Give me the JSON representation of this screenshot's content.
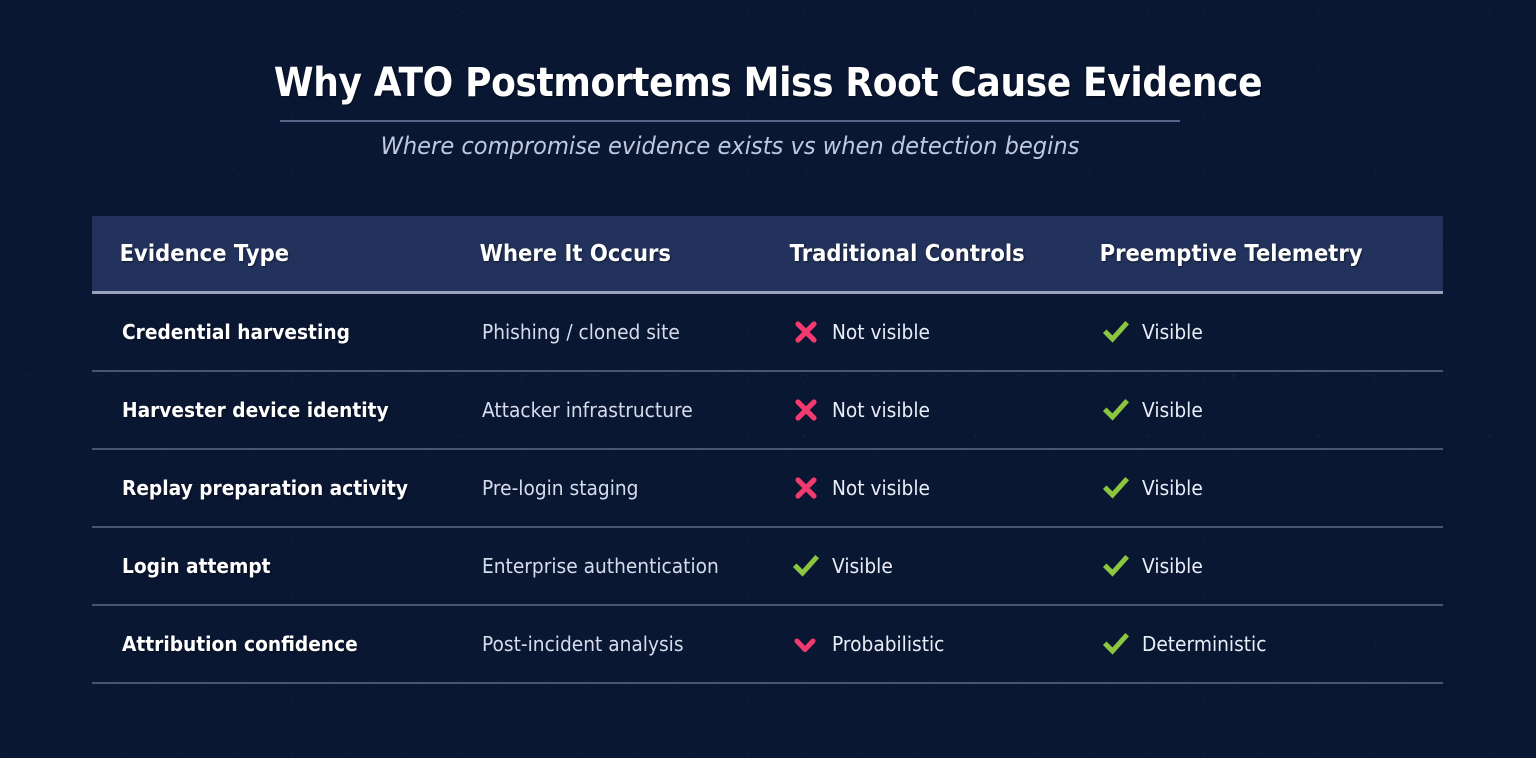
{
  "header": {
    "title": "Why ATO Postmortems Miss Root Cause Evidence",
    "subtitle": "Where compromise evidence exists vs when detection begins"
  },
  "colors": {
    "background": "#0a1733",
    "header_band": "#22325c",
    "check_green": "#8cc63f",
    "cross_pink": "#f13a6e",
    "text_primary": "#ffffff",
    "text_secondary": "#d6dceb",
    "divider": "#a0afcd"
  },
  "table": {
    "columns": [
      "Evidence Type",
      "Where It Occurs",
      "Traditional Controls",
      "Preemptive Telemetry"
    ],
    "rows": [
      {
        "evidence_type": "Credential harvesting",
        "where_it_occurs": "Phishing / cloned site",
        "traditional_controls": {
          "icon": "cross-icon",
          "label": "Not visible"
        },
        "preemptive_telemetry": {
          "icon": "check-icon",
          "label": "Visible"
        }
      },
      {
        "evidence_type": "Harvester device identity",
        "where_it_occurs": "Attacker infrastructure",
        "traditional_controls": {
          "icon": "cross-icon",
          "label": "Not visible"
        },
        "preemptive_telemetry": {
          "icon": "check-icon",
          "label": "Visible"
        }
      },
      {
        "evidence_type": "Replay preparation activity",
        "where_it_occurs": "Pre-login staging",
        "traditional_controls": {
          "icon": "cross-icon",
          "label": "Not visible"
        },
        "preemptive_telemetry": {
          "icon": "check-icon",
          "label": "Visible"
        }
      },
      {
        "evidence_type": "Login attempt",
        "where_it_occurs": "Enterprise authentication",
        "traditional_controls": {
          "icon": "check-icon",
          "label": "Visible"
        },
        "preemptive_telemetry": {
          "icon": "check-icon",
          "label": "Visible"
        }
      },
      {
        "evidence_type": "Attribution confidence",
        "where_it_occurs": "Post-incident analysis",
        "traditional_controls": {
          "icon": "partial-check-icon",
          "label": "Probabilistic"
        },
        "preemptive_telemetry": {
          "icon": "check-icon",
          "label": "Deterministic"
        }
      }
    ]
  }
}
